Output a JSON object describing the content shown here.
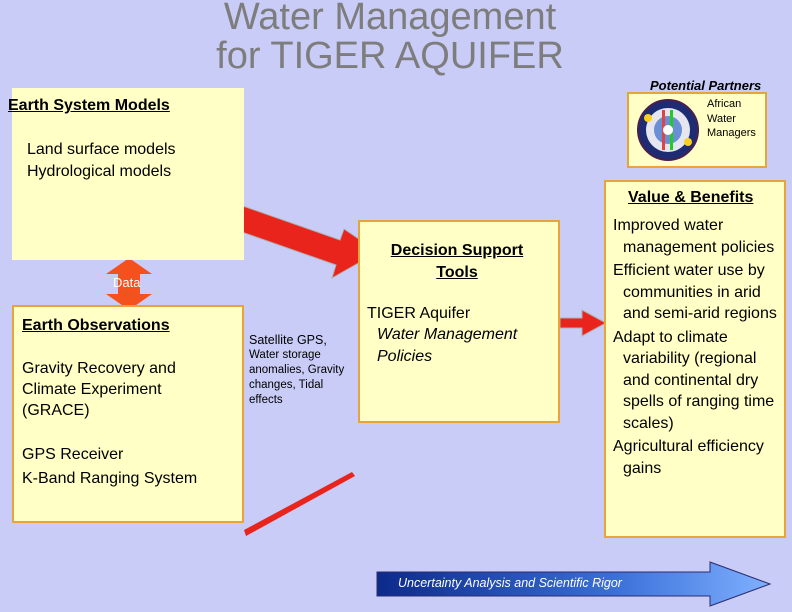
{
  "title": {
    "line1": "Water Management",
    "line2": "for TIGER AQUIFER"
  },
  "earth_system_models": {
    "heading": "Earth System Models",
    "line1": "Land surface models",
    "line2": "Hydrological models"
  },
  "data_label": "Data",
  "earth_observations": {
    "heading": "Earth Observations",
    "mission_line1": "Gravity Recovery and",
    "mission_line2": "Climate Experiment",
    "mission_line3": "(GRACE)",
    "sys_line1": "GPS Receiver",
    "sys_line2": "K-Band Ranging System"
  },
  "satellite_text": {
    "line1": "Satellite GPS,",
    "line2": "Water storage",
    "line3": "anomalies, Gravity",
    "line4": "changes, Tidal",
    "line5": "effects"
  },
  "decision_support": {
    "heading_line1": "Decision Support",
    "heading_line2": "Tools",
    "policy_line1": "TIGER Aquifer",
    "policy_line2": "Water Management",
    "policy_line3": "Policies"
  },
  "partners": {
    "heading": "Potential Partners",
    "line1": "African",
    "line2": "Water",
    "line3": "Managers",
    "logo_icon": "african-water-managers-logo"
  },
  "value_benefits": {
    "heading": "Value & Benefits",
    "items": [
      "Improved water management policies",
      "Efficient water use by communities in arid and semi-arid regions",
      "Adapt to climate variability (regional and continental dry spells of ranging time scales)",
      "Agricultural efficiency gains"
    ]
  },
  "uncertainty_banner": "Uncertainty Analysis and Scientific Rigor",
  "colors": {
    "background": "#c9ccf6",
    "box_fill": "#ffffc6",
    "box_border": "#e8a33a",
    "arrow_red": "#e8241c",
    "data_orange": "#f4511e",
    "banner_blue": "#1a3a9c"
  }
}
